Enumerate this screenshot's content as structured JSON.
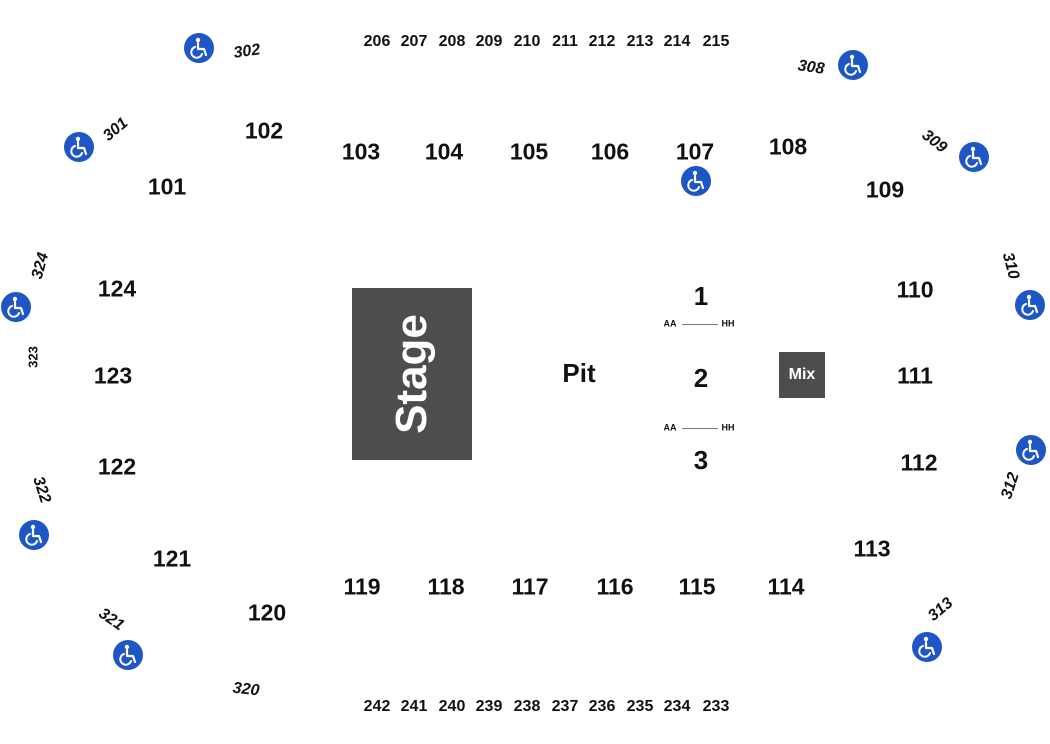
{
  "colors": {
    "accessible": "#1e56c6",
    "stage": "#4d4d4d",
    "text": "#111111"
  },
  "stage_label": "Stage",
  "mix_label": "Mix",
  "pit_label": "Pit",
  "pit_rows": [
    "1",
    "2",
    "3"
  ],
  "row_range": {
    "start": "AA",
    "end": "HH"
  },
  "sections_100": [
    "101",
    "102",
    "103",
    "104",
    "105",
    "106",
    "107",
    "108",
    "109",
    "110",
    "111",
    "112",
    "113",
    "114",
    "115",
    "116",
    "117",
    "118",
    "119",
    "120",
    "121",
    "122",
    "123",
    "124"
  ],
  "sections_200_top": [
    "206",
    "207",
    "208",
    "209",
    "210",
    "211",
    "212",
    "213",
    "214",
    "215"
  ],
  "sections_200_bottom": [
    "242",
    "241",
    "240",
    "239",
    "238",
    "237",
    "236",
    "235",
    "234",
    "233"
  ],
  "sections_300": [
    "301",
    "302",
    "308",
    "309",
    "310",
    "312",
    "313",
    "320",
    "321",
    "322",
    "323",
    "324"
  ],
  "icon": "wheelchair-accessible-icon"
}
